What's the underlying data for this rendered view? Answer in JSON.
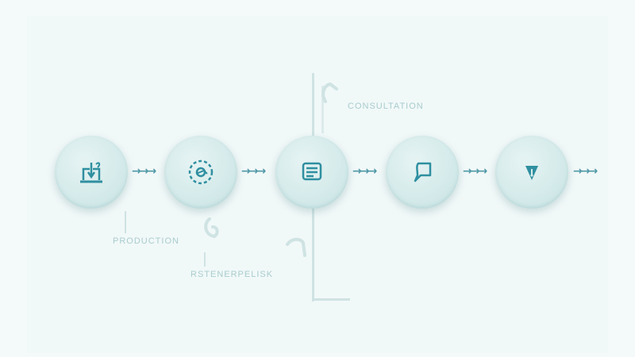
{
  "colors": {
    "icon": "#2f8fa0",
    "arrow": "#4f98a6",
    "label": "#a9ccce",
    "line": "#cfe3e3"
  },
  "nodes": [
    {
      "icon": "laptop-upload-icon"
    },
    {
      "icon": "dashed-circle-hand-icon"
    },
    {
      "icon": "document-icon"
    },
    {
      "icon": "chat-bubble-icon"
    },
    {
      "icon": "pen-nib-icon"
    }
  ],
  "arrows": [
    "→→→",
    "→→→",
    "→→→",
    "→→→",
    "→→→"
  ],
  "labels": {
    "consultation": "CONSULTATION",
    "production": "PRODUCTION",
    "bottom": "RSTENERPELISK"
  }
}
